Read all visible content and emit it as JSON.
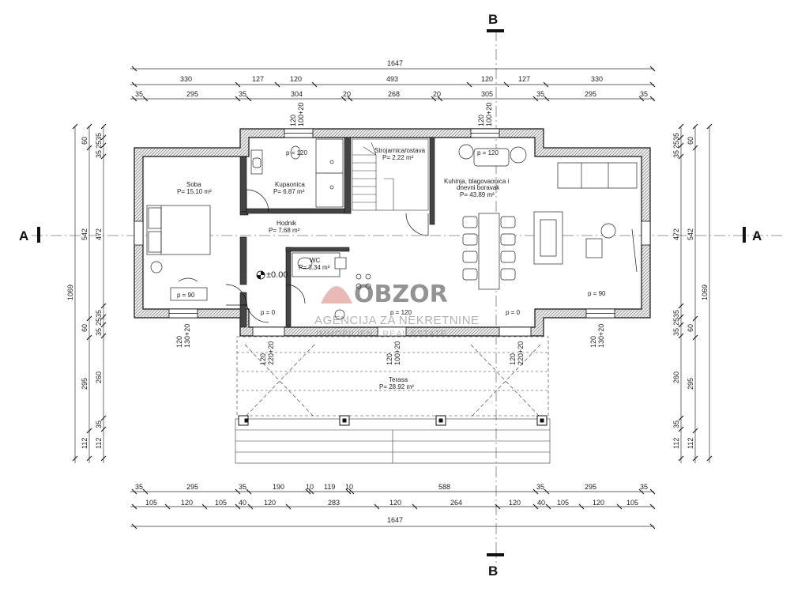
{
  "sections": {
    "a_left": "A",
    "a_right": "A",
    "b_top": "B",
    "b_bottom": "B"
  },
  "dimensions": {
    "top_total": "1647",
    "top_row1": [
      "330",
      "127",
      "120",
      "493",
      "120",
      "127",
      "330"
    ],
    "top_row2": [
      "35",
      "295",
      "35",
      "304",
      "20",
      "268",
      "20",
      "305",
      "35",
      "295",
      "35"
    ],
    "bottom_row1": [
      "35",
      "295",
      "35",
      "190",
      "10",
      "119",
      "10",
      "588",
      "35",
      "295",
      "35"
    ],
    "bottom_row2": [
      "105",
      "120",
      "105",
      "40",
      "120",
      "283",
      "120",
      "264",
      "120",
      "40",
      "105",
      "120",
      "105"
    ],
    "bottom_total": "1647",
    "left_outer": [
      "60",
      "542",
      "60",
      "295",
      "112"
    ],
    "left_inner": [
      "35",
      "25",
      "35",
      "472",
      "35",
      "25",
      "35",
      "260",
      "35",
      "112"
    ],
    "left_total": "1069",
    "right_outer": [
      "60",
      "542",
      "60",
      "295",
      "112"
    ],
    "right_inner": [
      "35",
      "25",
      "35",
      "472",
      "35",
      "25",
      "35",
      "260",
      "35",
      "112"
    ],
    "right_total": "1069",
    "window_tags": [
      {
        "a": "120",
        "b": "100+20"
      },
      {
        "a": "120",
        "b": "100+20"
      },
      {
        "a": "120",
        "b": "130+20"
      },
      {
        "a": "120",
        "b": "130+20"
      },
      {
        "a": "120",
        "b": "220+20"
      },
      {
        "a": "120",
        "b": "100+20"
      },
      {
        "a": "120",
        "b": "220+20"
      }
    ]
  },
  "rooms": {
    "soba": {
      "name": "Soba",
      "area": "P= 15.10 m²"
    },
    "kupaonica": {
      "name": "Kupaonica",
      "area": "P= 6.87 m²"
    },
    "strojarnica": {
      "name": "Strojarnica/ostava",
      "area": "P= 2.22 m²"
    },
    "kuhinja": {
      "name": "Kuhinja, blagovaonica i",
      "name2": "dnevni boravak",
      "area": "P= 43.89 m²"
    },
    "hodnik": {
      "name": "Hodnik",
      "area": "P= 7.68 m²"
    },
    "wc": {
      "name": "WC",
      "area": "P= 3.34 m²"
    },
    "terasa": {
      "name": "Terasa",
      "area": "P= 28.92 m²"
    }
  },
  "parapets": {
    "kup": "p = 120",
    "kuh": "p = 120",
    "soba": "p = 90",
    "hod": "p = 0",
    "wc": "p = 120",
    "dnevni": "p = 0",
    "dnevni2": "p = 90"
  },
  "level": "±0.00",
  "watermark": {
    "logo": "OBZOR",
    "line1": "AGENCIJA ZA NEKRETNINE",
    "line2": "IMMOBILIEN / REAL ESTATE"
  }
}
